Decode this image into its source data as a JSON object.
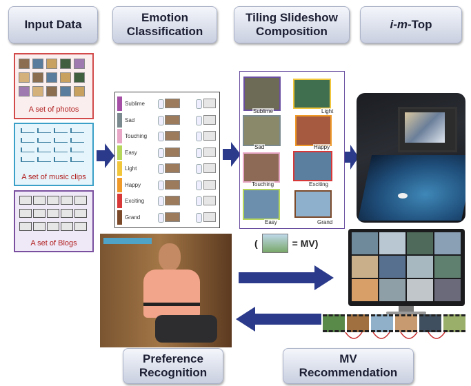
{
  "headers": {
    "input_data": "Input Data",
    "emotion_classification": "Emotion\nClassification",
    "tiling_slideshow": "Tiling Slideshow\nComposition",
    "imtop_prefix": "i",
    "imtop_dash1": "-",
    "imtop_m": "m",
    "imtop_suffix": "-Top"
  },
  "input_panels": {
    "photos": "A set of photos",
    "music": "A set of music clips",
    "blogs": "A set of Blogs"
  },
  "emotions": [
    "Sublime",
    "Sad",
    "Touching",
    "Easy",
    "Light",
    "Happy",
    "Exciting",
    "Grand"
  ],
  "emotion_colors": [
    "#a64fa6",
    "#7a8a8e",
    "#e8a7c6",
    "#b5d65a",
    "#f2c63b",
    "#f09a2a",
    "#d93838",
    "#7b4a2a"
  ],
  "slideshow_labels": [
    "Sublime",
    "Light",
    "Sad",
    "Happy",
    "Touching",
    "Exciting",
    "Easy",
    "Grand"
  ],
  "legend": {
    "open": "(",
    "eq": "= MV)"
  },
  "bottom": {
    "preference": "Preference\nRecognition",
    "mv": "MV\nRecommendation"
  },
  "colors": {
    "arrow": "#2b3a8a",
    "photo_border": "#d24a4a",
    "music_border": "#3aa0c8",
    "blog_border": "#7a4fa0"
  }
}
